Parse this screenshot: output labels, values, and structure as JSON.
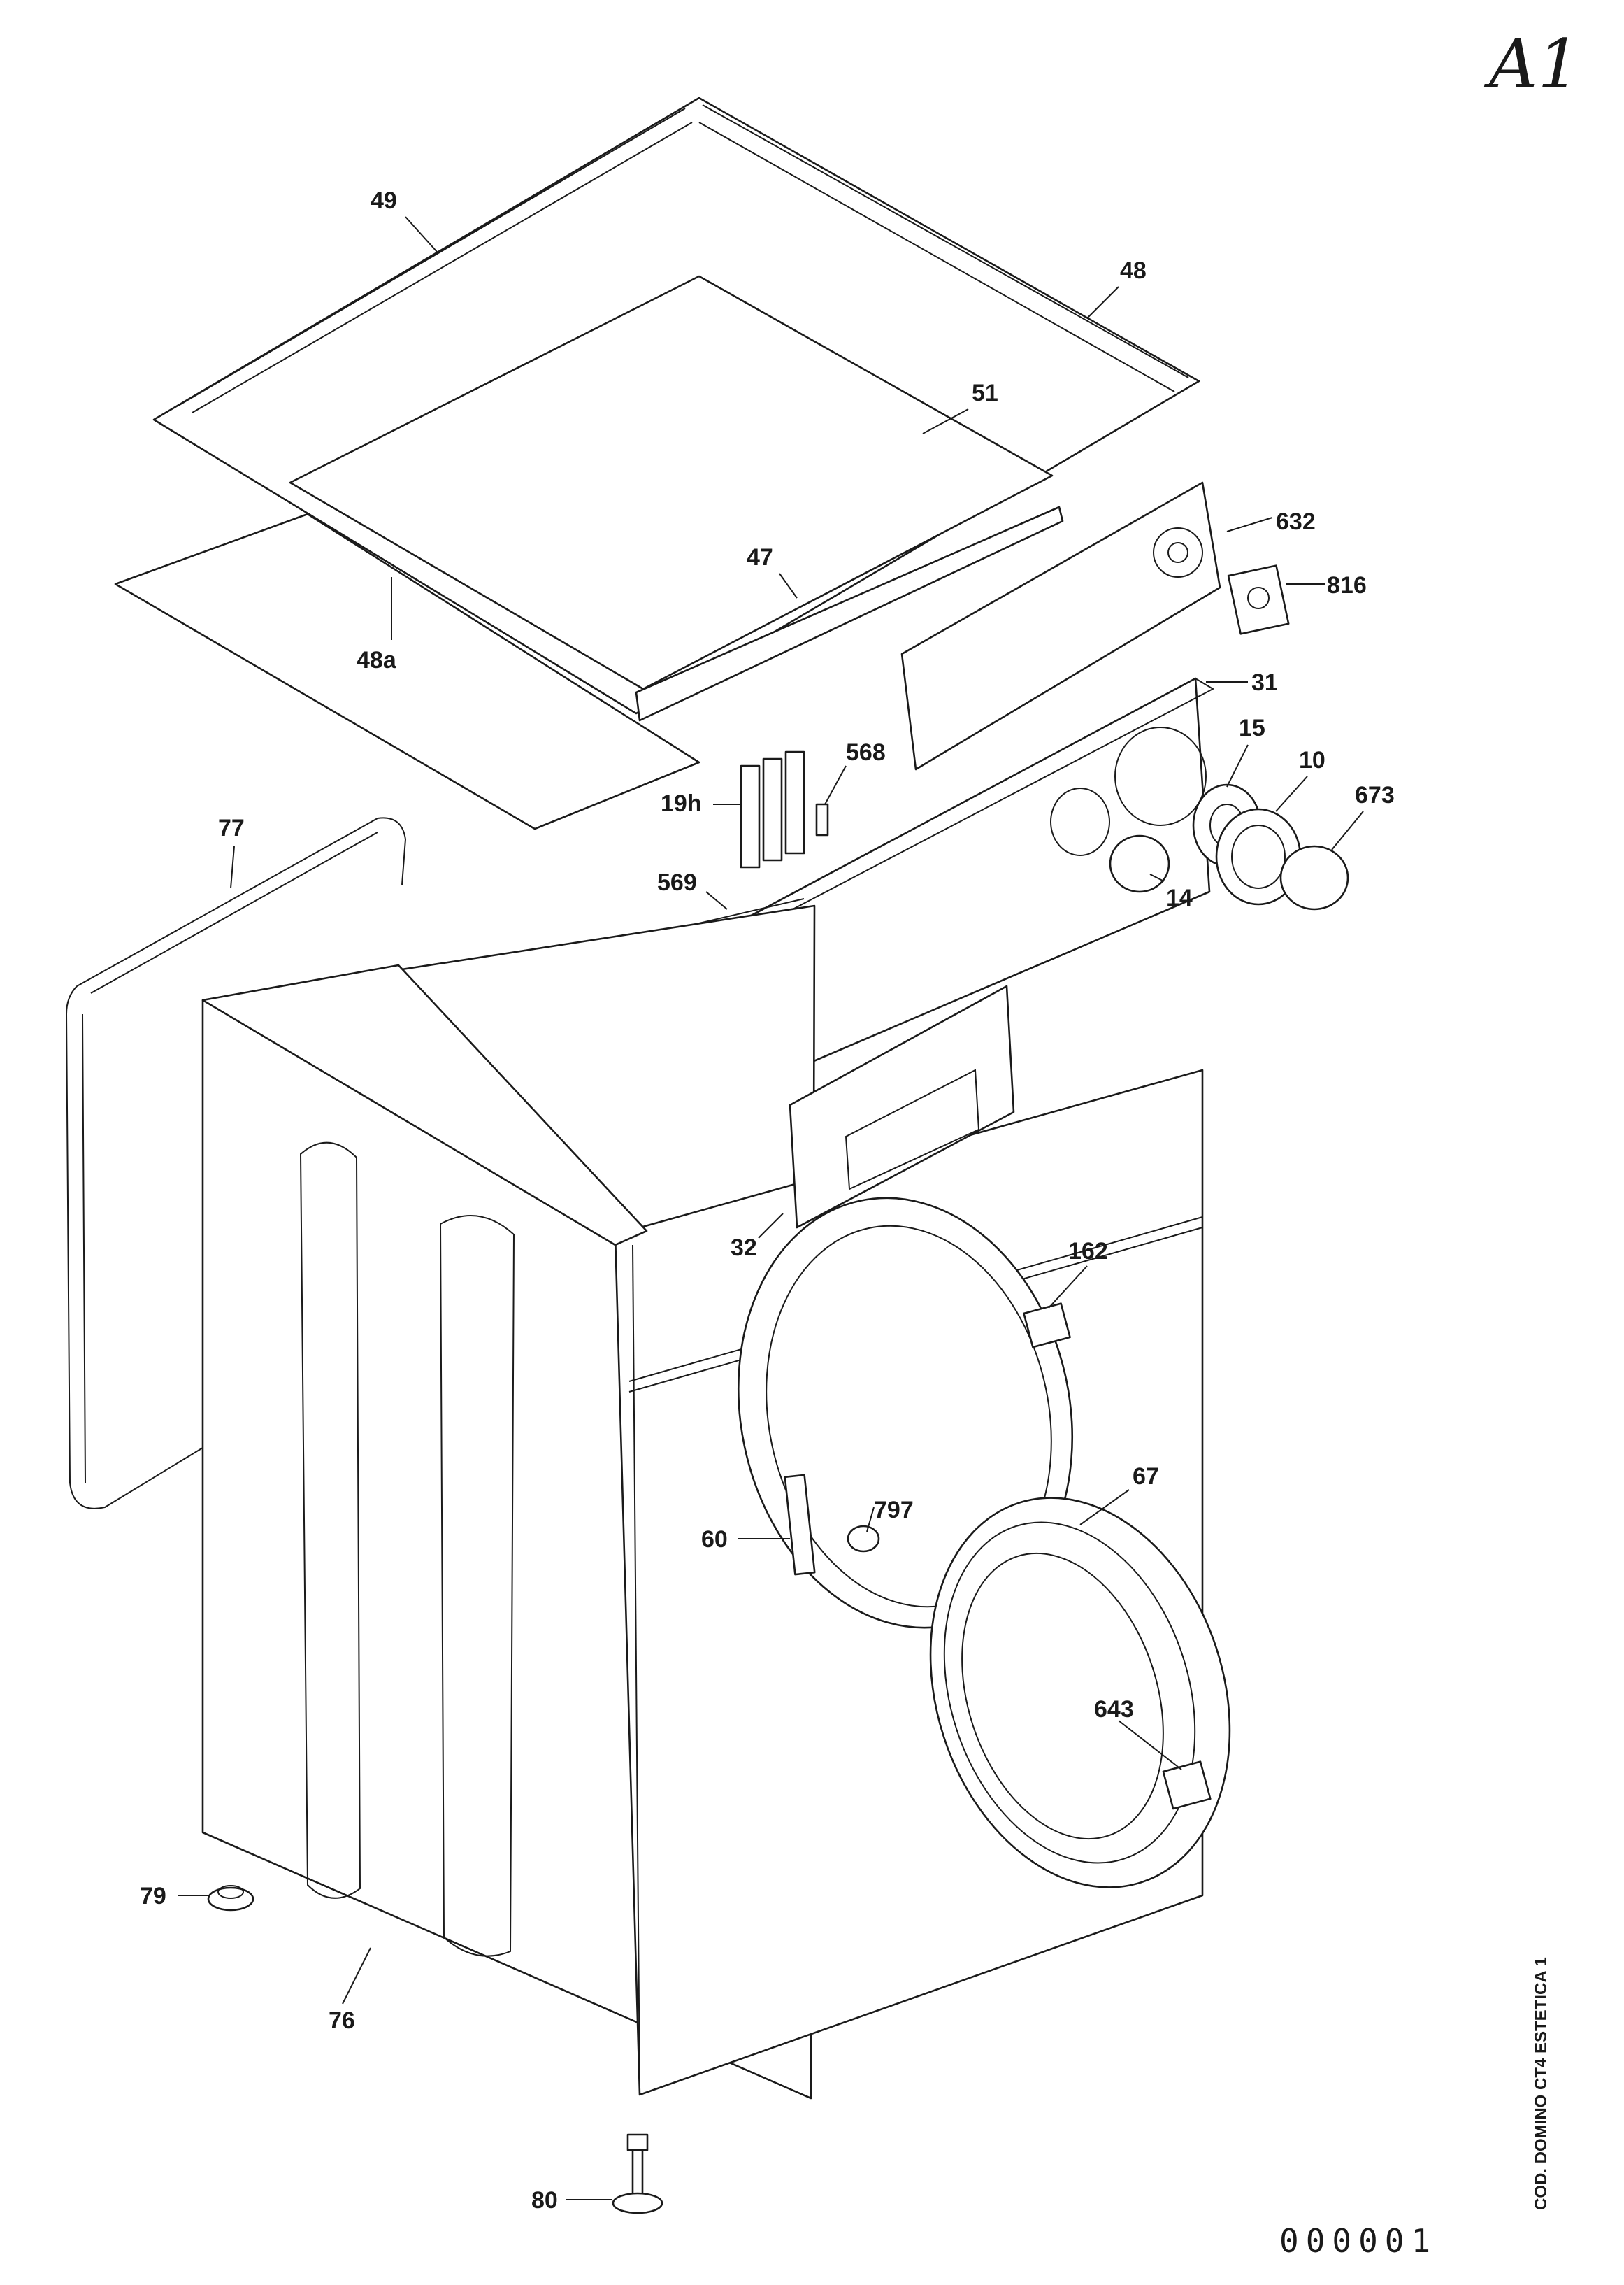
{
  "page_mark": "A1",
  "side_code": "COD. DOMINO CT4 ESTETICA 1",
  "drawing_number": "000001",
  "labels": {
    "p49": "49",
    "p48": "48",
    "p51": "51",
    "p47": "47",
    "p48a": "48a",
    "p632": "632",
    "p816": "816",
    "p31": "31",
    "p15": "15",
    "p10": "10",
    "p673": "673",
    "p14": "14",
    "p568": "568",
    "p19h": "19h",
    "p569": "569",
    "p77": "77",
    "p32": "32",
    "p162": "162",
    "p67": "67",
    "p797": "797",
    "p60": "60",
    "p643": "643",
    "p79": "79",
    "p76": "76",
    "p80": "80"
  }
}
